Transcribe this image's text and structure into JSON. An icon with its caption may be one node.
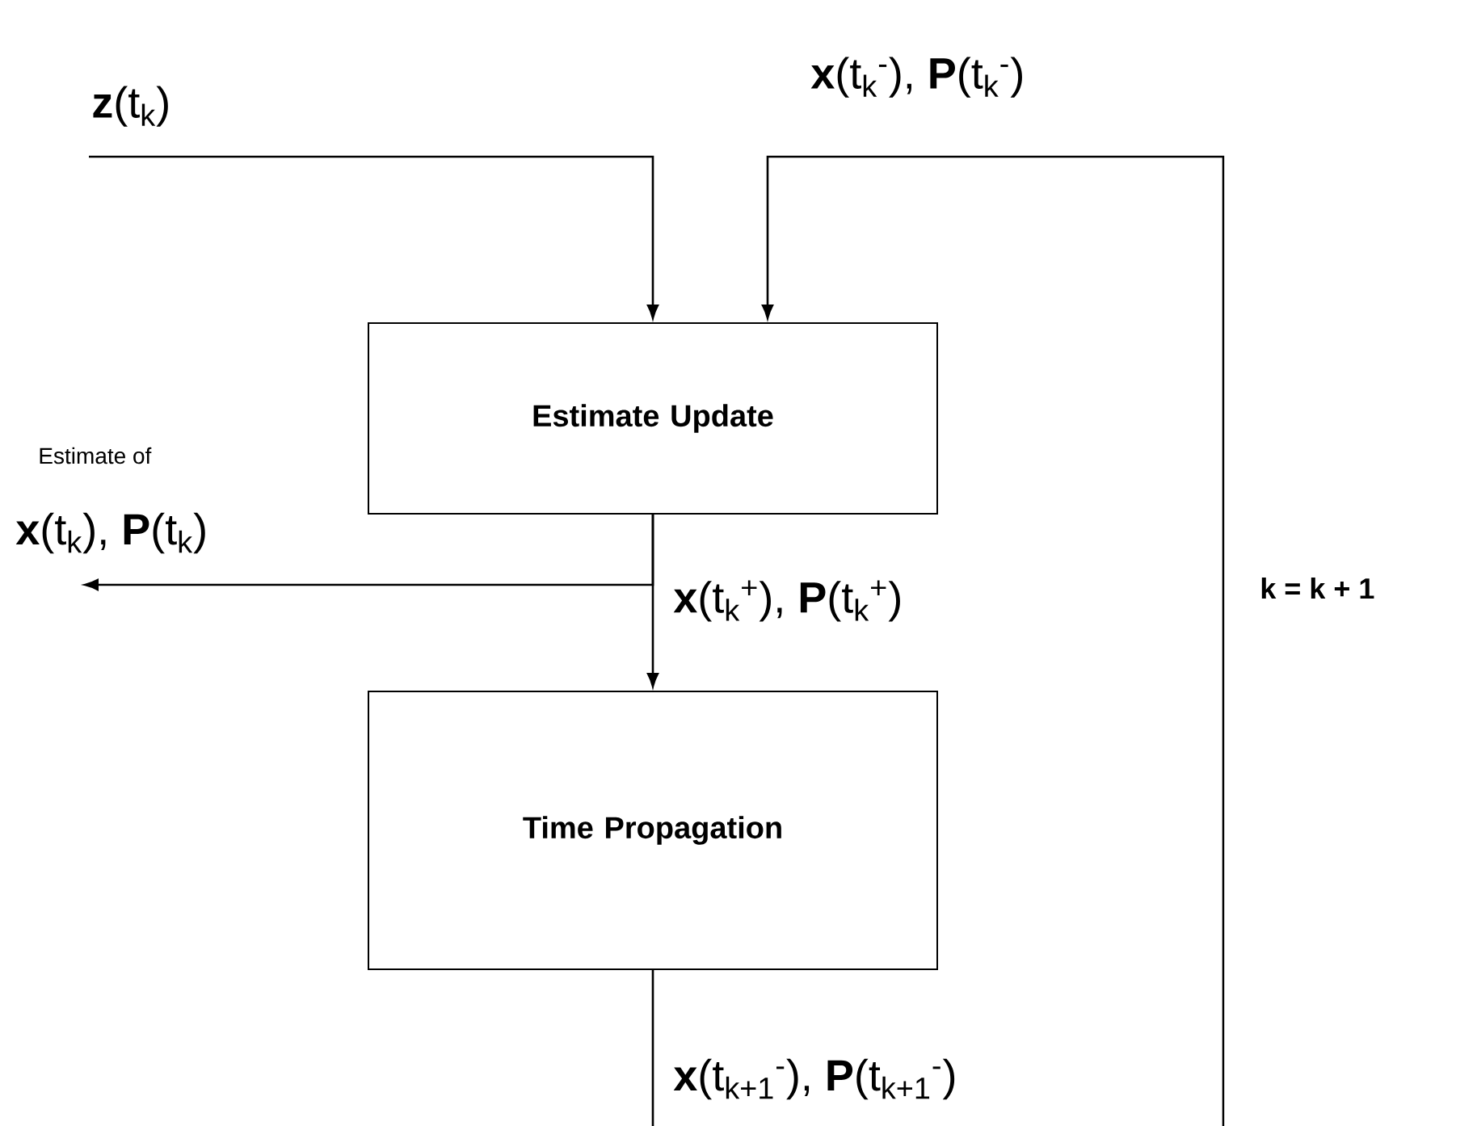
{
  "diagram": {
    "nodes": [
      {
        "text": [
          "Estimate Update"
        ]
      },
      {
        "text": [
          "Time Propagation"
        ]
      }
    ],
    "edges": [
      {
        "from": null,
        "to": 0,
        "arrow": "to",
        "label": "**z**(t$_{k}$)"
      },
      {
        "from": 0,
        "to": 1,
        "arrow": "to"
      },
      {
        "from": 0,
        "to": null,
        "arrow": "to"
      },
      {
        "from": 1,
        "to": 0,
        "arrow": "to"
      }
    ],
    "labels": [
      "**x**(t$_{k}$$^{-}$), **P**(t$_{k}$$^{-}$)",
      "Estimate of",
      "**x**(t$_{k}$), **P**(t$_{k}$)",
      "**x**(t$_{k}$$^{+}$), **P**(t$_{k}$$^{+}$)",
      "k = k + 1",
      "**x**(t$_{k+1}$$^{-}$), **P**(t$_{k+1}$$^{-}$)"
    ]
  }
}
